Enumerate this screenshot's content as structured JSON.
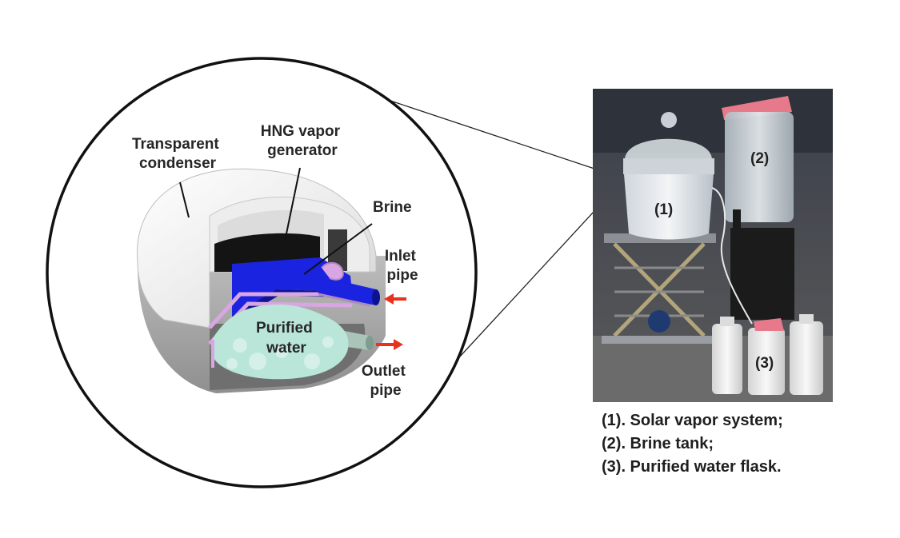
{
  "diagram": {
    "labels": {
      "transparent_condenser": [
        "Transparent",
        "condenser"
      ],
      "hng_vapor_generator": [
        "HNG vapor",
        "generator"
      ],
      "brine": "Brine",
      "inlet_pipe": [
        "Inlet",
        "pipe"
      ],
      "purified_water": [
        "Purified",
        "water"
      ],
      "outlet_pipe": [
        "Outlet",
        "pipe"
      ]
    },
    "colors": {
      "brine_blue": "#1a23e0",
      "flow_arrow_red": "#e8321e",
      "purified_water_foam": "#b9e6d8",
      "pipe_pink": "#d9a6e3"
    }
  },
  "photo": {
    "markers": {
      "m1": "(1)",
      "m2": "(2)",
      "m3": "(3)"
    }
  },
  "legend": {
    "items": [
      "(1).  Solar vapor system;",
      "(2).  Brine tank;",
      "(3).  Purified water flask."
    ]
  }
}
